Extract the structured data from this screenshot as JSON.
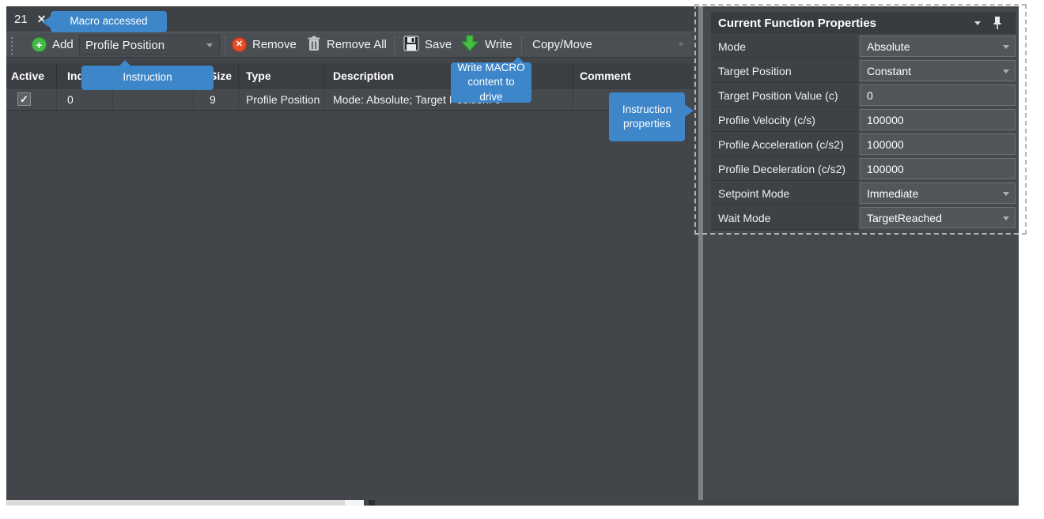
{
  "tab": {
    "label": "21"
  },
  "toolbar": {
    "add_label": "Add",
    "instruction_combo_value": "Profile Position",
    "remove_label": "Remove",
    "remove_all_label": "Remove All",
    "save_label": "Save",
    "write_label": "Write",
    "copy_move_label": "Copy/Move"
  },
  "grid": {
    "columns": [
      "Active",
      "Index",
      "",
      "Size",
      "Type",
      "Description",
      "Comment"
    ],
    "rows": [
      {
        "active": true,
        "index": "0",
        "col3": "",
        "size": "9",
        "type": "Profile Position",
        "description": "Mode: Absolute; Target Position: 0",
        "comment": ""
      }
    ]
  },
  "callouts": {
    "macro_accessed": "Macro accessed",
    "instruction": "Instruction",
    "write_macro_line1": "Write MACRO",
    "write_macro_line2": "content to drive",
    "instruction_properties_line1": "Instruction",
    "instruction_properties_line2": "properties"
  },
  "properties_panel": {
    "title": "Current Function Properties",
    "fields": [
      {
        "label": "Mode",
        "value": "Absolute"
      },
      {
        "label": "Target Position",
        "value": "Constant"
      },
      {
        "label": "Target Position Value (c)",
        "value": "0"
      },
      {
        "label": "Profile Velocity (c/s)",
        "value": "100000"
      },
      {
        "label": "Profile Acceleration (c/s2)",
        "value": "100000"
      },
      {
        "label": "Profile Deceleration (c/s2)",
        "value": "100000"
      },
      {
        "label": "Setpoint Mode",
        "value": "Immediate"
      },
      {
        "label": "Wait Mode",
        "value": "TargetReached"
      }
    ]
  },
  "icons": {
    "close": "✕",
    "check": "✓",
    "plus": "+",
    "remove_x": "✕"
  },
  "colors": {
    "callout_blue": "#3d86c9",
    "app_background": "#42454a",
    "add_green": "#45b649",
    "remove_red": "#e44d26",
    "write_green": "#44c144",
    "dashed_outline": "#b1b3b5"
  }
}
